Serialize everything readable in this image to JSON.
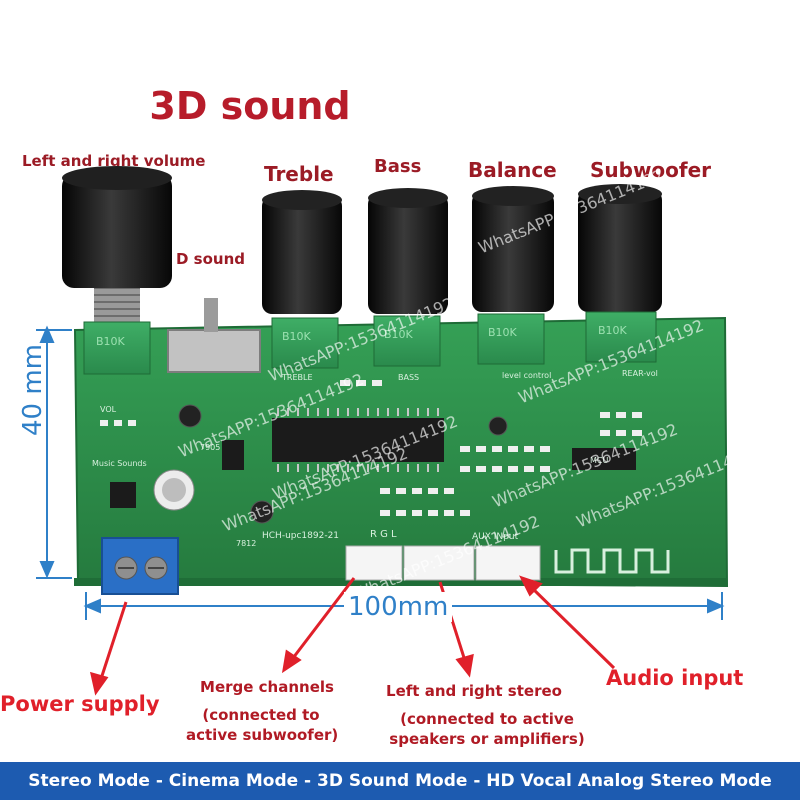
{
  "title": "3D sound",
  "labels": {
    "volume": "Left and right volume",
    "treble": "Treble",
    "bass": "Bass",
    "balance": "Balance",
    "subwoofer": "Subwoofer",
    "d_sound": "D sound"
  },
  "dimensions": {
    "height": "40 mm",
    "width": "100mm"
  },
  "callouts": {
    "power": "Power supply",
    "merge": "Merge channels",
    "merge_note_1": "(connected to",
    "merge_note_2": "active subwoofer)",
    "stereo": "Left and right stereo",
    "stereo_note_1": "(connected to active",
    "stereo_note_2": "speakers or amplifiers)",
    "audio": "Audio input"
  },
  "board": {
    "pot_codes": [
      "B10K",
      "B10K",
      "B10K",
      "B10K",
      "B10K"
    ],
    "pot_labels": [
      "TREBLE",
      "BASS",
      "level control",
      "REAR-vol"
    ],
    "silkscreen": {
      "model": "HCH-upc1892-21",
      "aux": "AUX INput",
      "mcu": "MCU",
      "vol": "VOL",
      "music": "Music Sounds",
      "rgl": "R G L",
      "reg1": "7812",
      "reg2": "7905"
    }
  },
  "watermark": "WhatsAPP:15364114192",
  "bottom_bar": "Stereo Mode - Cinema Mode - 3D Sound Mode - HD Vocal Analog Stereo Mode",
  "colors": {
    "pcb": "#2e8b4a",
    "knob": "#151515",
    "label": "#9b1b25",
    "callout": "#e0202a",
    "dimension": "#2f80c8",
    "bar": "#1d5bb0"
  }
}
